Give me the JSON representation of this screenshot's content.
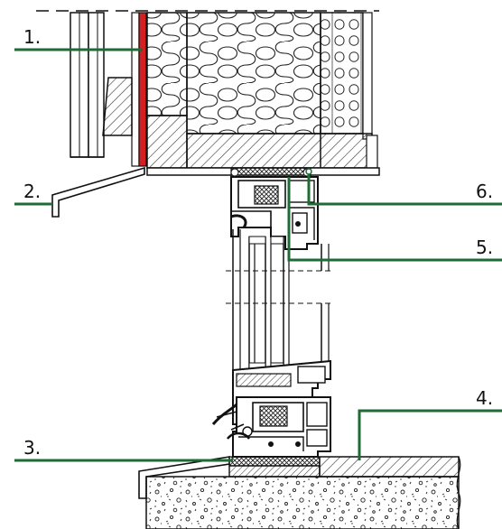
{
  "callouts": [
    {
      "label": "1."
    },
    {
      "label": "2."
    },
    {
      "label": "3."
    },
    {
      "label": "4."
    },
    {
      "label": "5."
    },
    {
      "label": "6."
    }
  ],
  "colors": {
    "leader_line": "#1e6b35",
    "membrane_red": "#d42020",
    "line": "#111111",
    "hatch": "#333333",
    "insulation_bg": "#ffffff"
  },
  "icons": {
    "insulation": "wavy-insulation-pattern",
    "concrete": "aggregate-speckle-pattern",
    "timber": "diagonal-hatch-pattern",
    "seal": "cross-hatch-pattern"
  }
}
